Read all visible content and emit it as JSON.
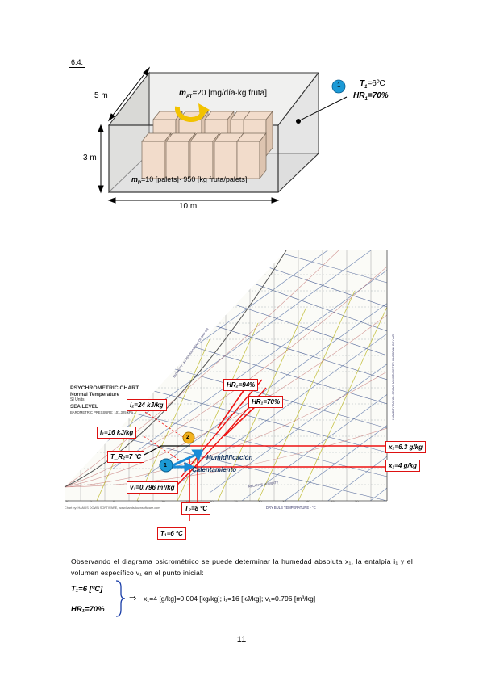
{
  "section_label": "6.4.",
  "room": {
    "dim_depth": "5 m",
    "dim_height": "3 m",
    "dim_length": "10 m",
    "mat_prefix": "m",
    "mat_sub": "AT",
    "mat_rest": "=20 [mg/día·kg fruta]",
    "mp_prefix": "m",
    "mp_sub": "P",
    "mp_rest": "=10 [palets]· 950 [kg fruta/palets]",
    "point_number": "1",
    "t1_label": "T",
    "t1_sub": "1",
    "t1_value": "=6ºC",
    "hr1_label": "HR",
    "hr1_sub": "1",
    "hr1_value": "=70%"
  },
  "chart": {
    "title": "PSYCHROMETRIC CHART",
    "subtitle": "Normal Temperature",
    "units": "SI Units",
    "level": "SEA LEVEL",
    "pressure": "BAROMETRIC PRESSURE: 101.325 kPa",
    "copyright": "Chart by: HANDS DOWN SOFTWARE, www.handsdownsoftware.com",
    "axis_label": "DRY BULB TEMPERATURE - °C",
    "rh_label": "RELATIVE HUMIDITY",
    "enthalpy_axis_label": "ENTHALPY - KJ PER KILOGRAM OF DRY AIR",
    "humidity_axis_label": "HUMIDITY RATIO - GRAMS MOISTURE PER KILOGRAM DRY AIR",
    "point1": "1",
    "point2": "2",
    "labels": {
      "hr2": "HR₂=94%",
      "hr1": "HR₁=70%",
      "i2": "i₂=24 kJ/kg",
      "i1": "i₁=16 kJ/kg",
      "tro": "T_R₂=7 ºC",
      "v1": "v₁=0.796 m³/kg",
      "t2": "T₂=8 ºC",
      "t1": "T₁=6 ºC",
      "x2": "x₂=6.3 g/kg",
      "x1": "x₁=4 g/kg",
      "humid": "Humidificación",
      "heat": "Calentamiento"
    },
    "x_ticks": [
      "-10",
      "-5",
      "0",
      "5",
      "10",
      "15",
      "20",
      "25",
      "30",
      "35",
      "40",
      "45",
      "50"
    ]
  },
  "paragraph": "Observando el diagrama psicrométrico se puede determinar la humedad absoluta x₁, la entalpía i₁ y el volumen específico v₁ en el punto inicial:",
  "formula": {
    "t1": "T₁=6 [ºC]",
    "hr1": "HR₁=70%",
    "arrow": "⇒",
    "result": "x₁=4 [g/kg]=0.004 [kg/kg];   i₁=16 [kJ/kg];   v₁=0.796 [m³/kg]"
  },
  "page_number": "11"
}
